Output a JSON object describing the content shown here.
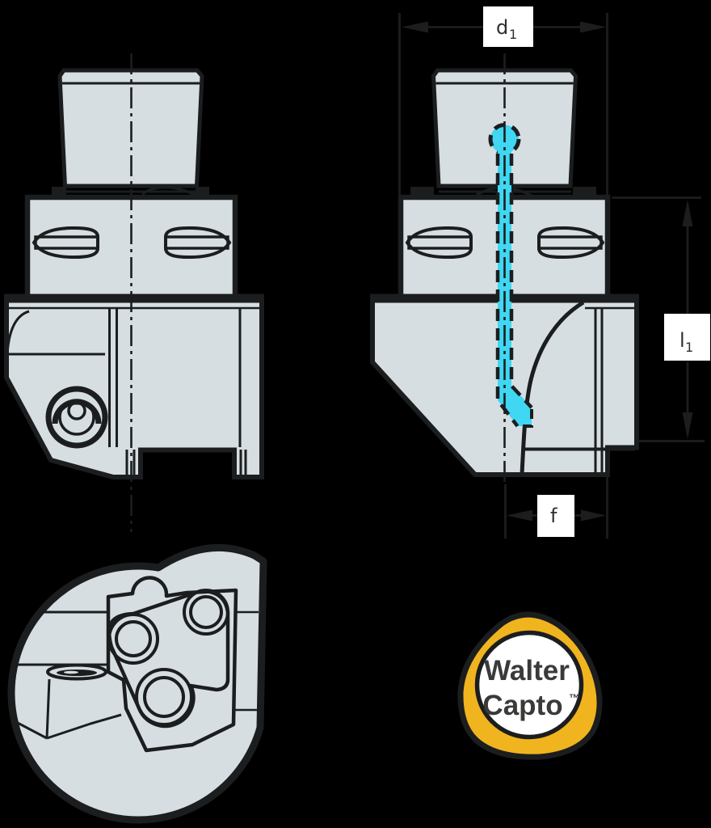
{
  "dimensions": {
    "diameter": {
      "letter": "d",
      "subscript": "1"
    },
    "length": {
      "letter": "l",
      "subscript": "1"
    },
    "offset": {
      "letter": "f",
      "subscript": ""
    }
  },
  "logo": {
    "word1": "Walter",
    "word2": "Capto",
    "trademark": "™"
  },
  "colors": {
    "background": "#000000",
    "part_fill": "#d6dee1",
    "outline": "#1b1d1f",
    "coolant_highlight": "#3fd7f2",
    "logo_yellow": "#f0b41e",
    "logo_text": "#3a3a39",
    "dimension_text": "#2c2f31",
    "label_background": "#ffffff"
  }
}
